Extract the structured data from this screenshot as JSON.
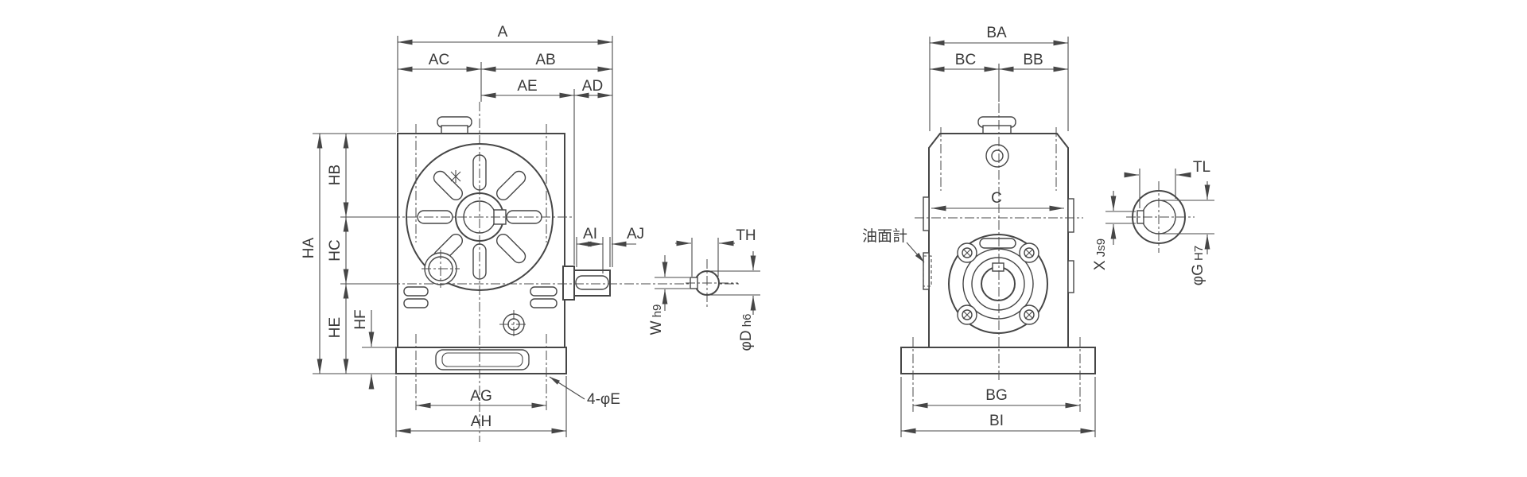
{
  "colors": {
    "line": "#464646",
    "text": "#3a3a3a",
    "background": "#ffffff"
  },
  "front": {
    "a": "A",
    "ac": "AC",
    "ab": "AB",
    "ae": "AE",
    "ad": "AD",
    "ha": "HA",
    "hb": "HB",
    "hc": "HC",
    "he": "HE",
    "hf": "HF",
    "ag": "AG",
    "ah": "AH",
    "ai": "AI",
    "aj": "AJ",
    "holes": "4-φE"
  },
  "shaft": {
    "th": "TH",
    "w": "W",
    "w_tol": " h9",
    "d": "φD",
    "d_tol": " h6"
  },
  "side": {
    "ba": "BA",
    "bc": "BC",
    "bb": "BB",
    "c": "C",
    "bg": "BG",
    "bi": "BI",
    "oil": "油面計"
  },
  "bore": {
    "tl": "TL",
    "x": "X",
    "x_tol": " Js9",
    "g": "φG",
    "g_tol": " H7"
  }
}
